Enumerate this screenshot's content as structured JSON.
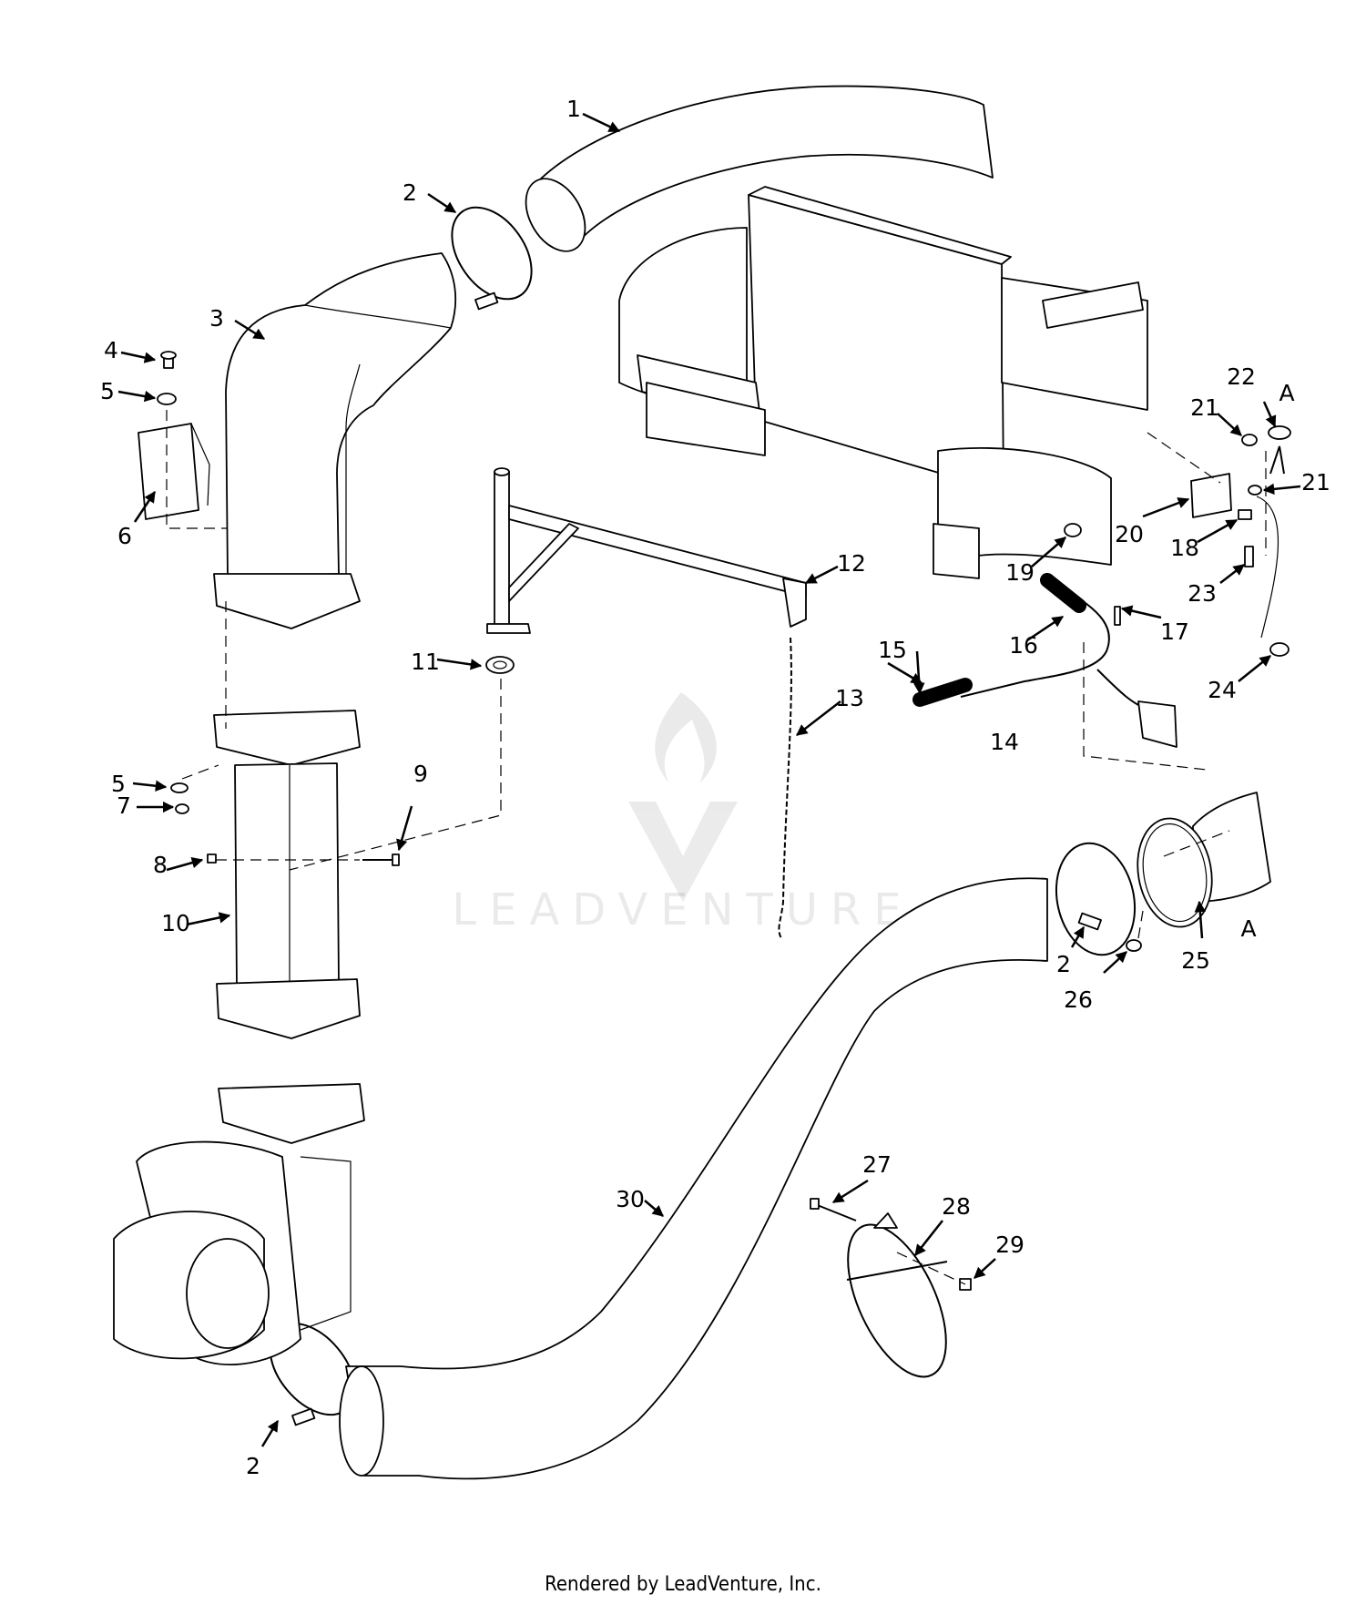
{
  "diagram": {
    "callouts": [
      "1",
      "2",
      "2",
      "2",
      "3",
      "4",
      "5",
      "5",
      "6",
      "7",
      "8",
      "9",
      "10",
      "11",
      "12",
      "13",
      "14",
      "15",
      "16",
      "17",
      "18",
      "19",
      "20",
      "21",
      "21",
      "22",
      "23",
      "24",
      "25",
      "26",
      "27",
      "28",
      "29",
      "30",
      "A",
      "A"
    ],
    "watermark": "LEADVENTURE"
  },
  "footer": {
    "text": "Rendered by LeadVenture, Inc."
  }
}
